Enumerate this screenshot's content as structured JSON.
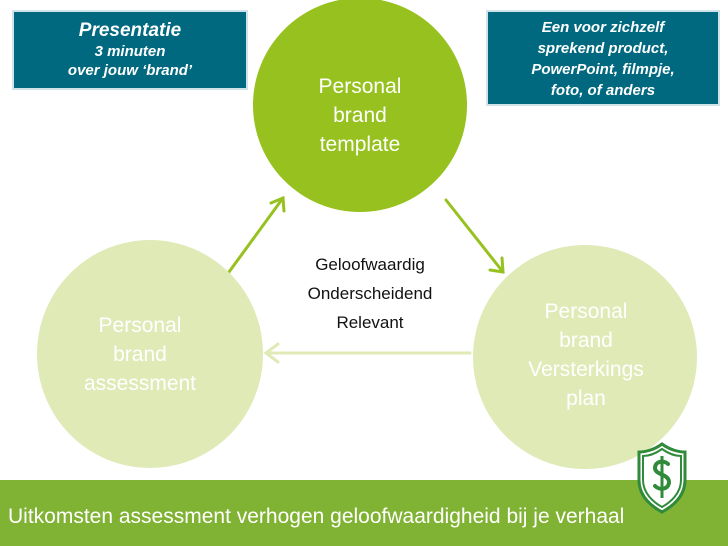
{
  "top_left_box": {
    "title": "Presentatie",
    "line1": "3 minuten",
    "line2": "over jouw ‘brand’"
  },
  "top_right_box": {
    "lines": [
      "Een voor zichzelf",
      "sprekend product,",
      "PowerPoint, filmpje,",
      "foto, of anders"
    ]
  },
  "nodes": {
    "top": [
      "Personal",
      "brand",
      "template"
    ],
    "left": [
      "Personal",
      "brand",
      "assessment"
    ],
    "right": [
      "Personal",
      "brand",
      "Versterkings",
      "plan"
    ]
  },
  "center_keywords": [
    "Geloofwaardig",
    "Onderscheidend",
    "Relevant"
  ],
  "footer_text": "Uitkomsten assessment verhogen geloofwaardigheid bij je verhaal",
  "colors": {
    "teal_box": "#00697f",
    "primary_green": "#96c11f",
    "pale_green": "#dfeab7",
    "footer_green": "#80b233",
    "logo_green": "#2f8a3a"
  }
}
